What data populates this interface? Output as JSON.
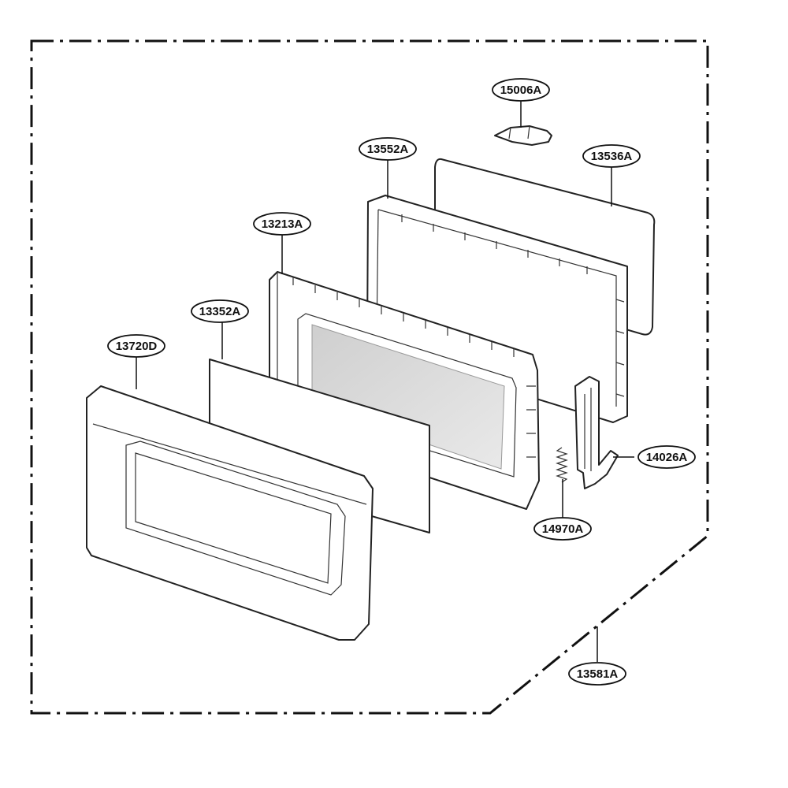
{
  "diagram": {
    "parts": [
      {
        "id": "p15006",
        "label": "15006A"
      },
      {
        "id": "p13552",
        "label": "13552A"
      },
      {
        "id": "p13536",
        "label": "13536A"
      },
      {
        "id": "p13213",
        "label": "13213A"
      },
      {
        "id": "p13352",
        "label": "13352A"
      },
      {
        "id": "p13720",
        "label": "13720D"
      },
      {
        "id": "p14026",
        "label": "14026A"
      },
      {
        "id": "p14970",
        "label": "14970A"
      },
      {
        "id": "p13581",
        "label": "13581A"
      }
    ]
  }
}
